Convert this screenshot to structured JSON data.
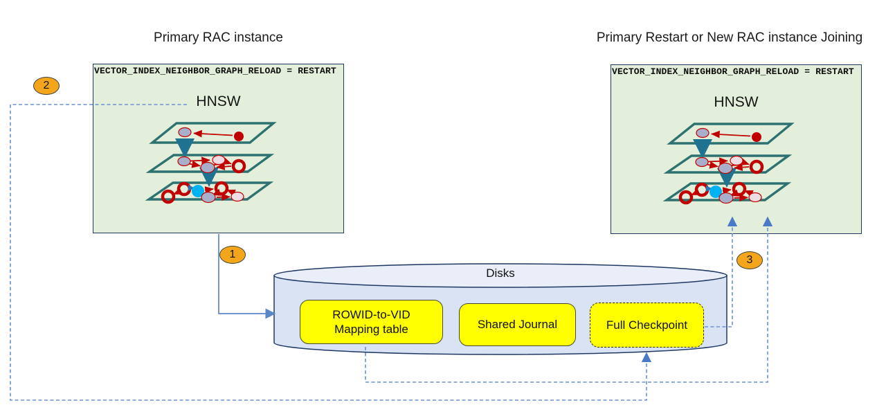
{
  "diagram": {
    "left_instance": {
      "title": "Primary RAC instance",
      "param_text": "VECTOR_INDEX_NEIGHBOR_GRAPH_RELOAD = RESTART",
      "graph_label": "HNSW"
    },
    "right_instance": {
      "title": "Primary Restart or New RAC instance Joining",
      "param_text": "VECTOR_INDEX_NEIGHBOR_GRAPH_RELOAD = RESTART",
      "graph_label": "HNSW"
    },
    "disks": {
      "label": "Disks",
      "items": [
        {
          "label_line1": "ROWID-to-VID",
          "label_line2": "Mapping table"
        },
        {
          "label": "Shared Journal"
        },
        {
          "label": "Full Checkpoint"
        }
      ]
    },
    "steps": [
      {
        "number": "1"
      },
      {
        "number": "2"
      },
      {
        "number": "3"
      }
    ],
    "colors": {
      "instance_box_fill": "#e3efda",
      "instance_box_border": "#1f3864",
      "plane_stroke": "#2d7171",
      "graph_red": "#c00000",
      "graph_cyan": "#00b2f0",
      "cylinder_fill": "#dae3f3",
      "disk_item_fill": "#ffff00",
      "connector_blue": "#6b92d4",
      "badge_fill": "#f3a61c"
    }
  }
}
